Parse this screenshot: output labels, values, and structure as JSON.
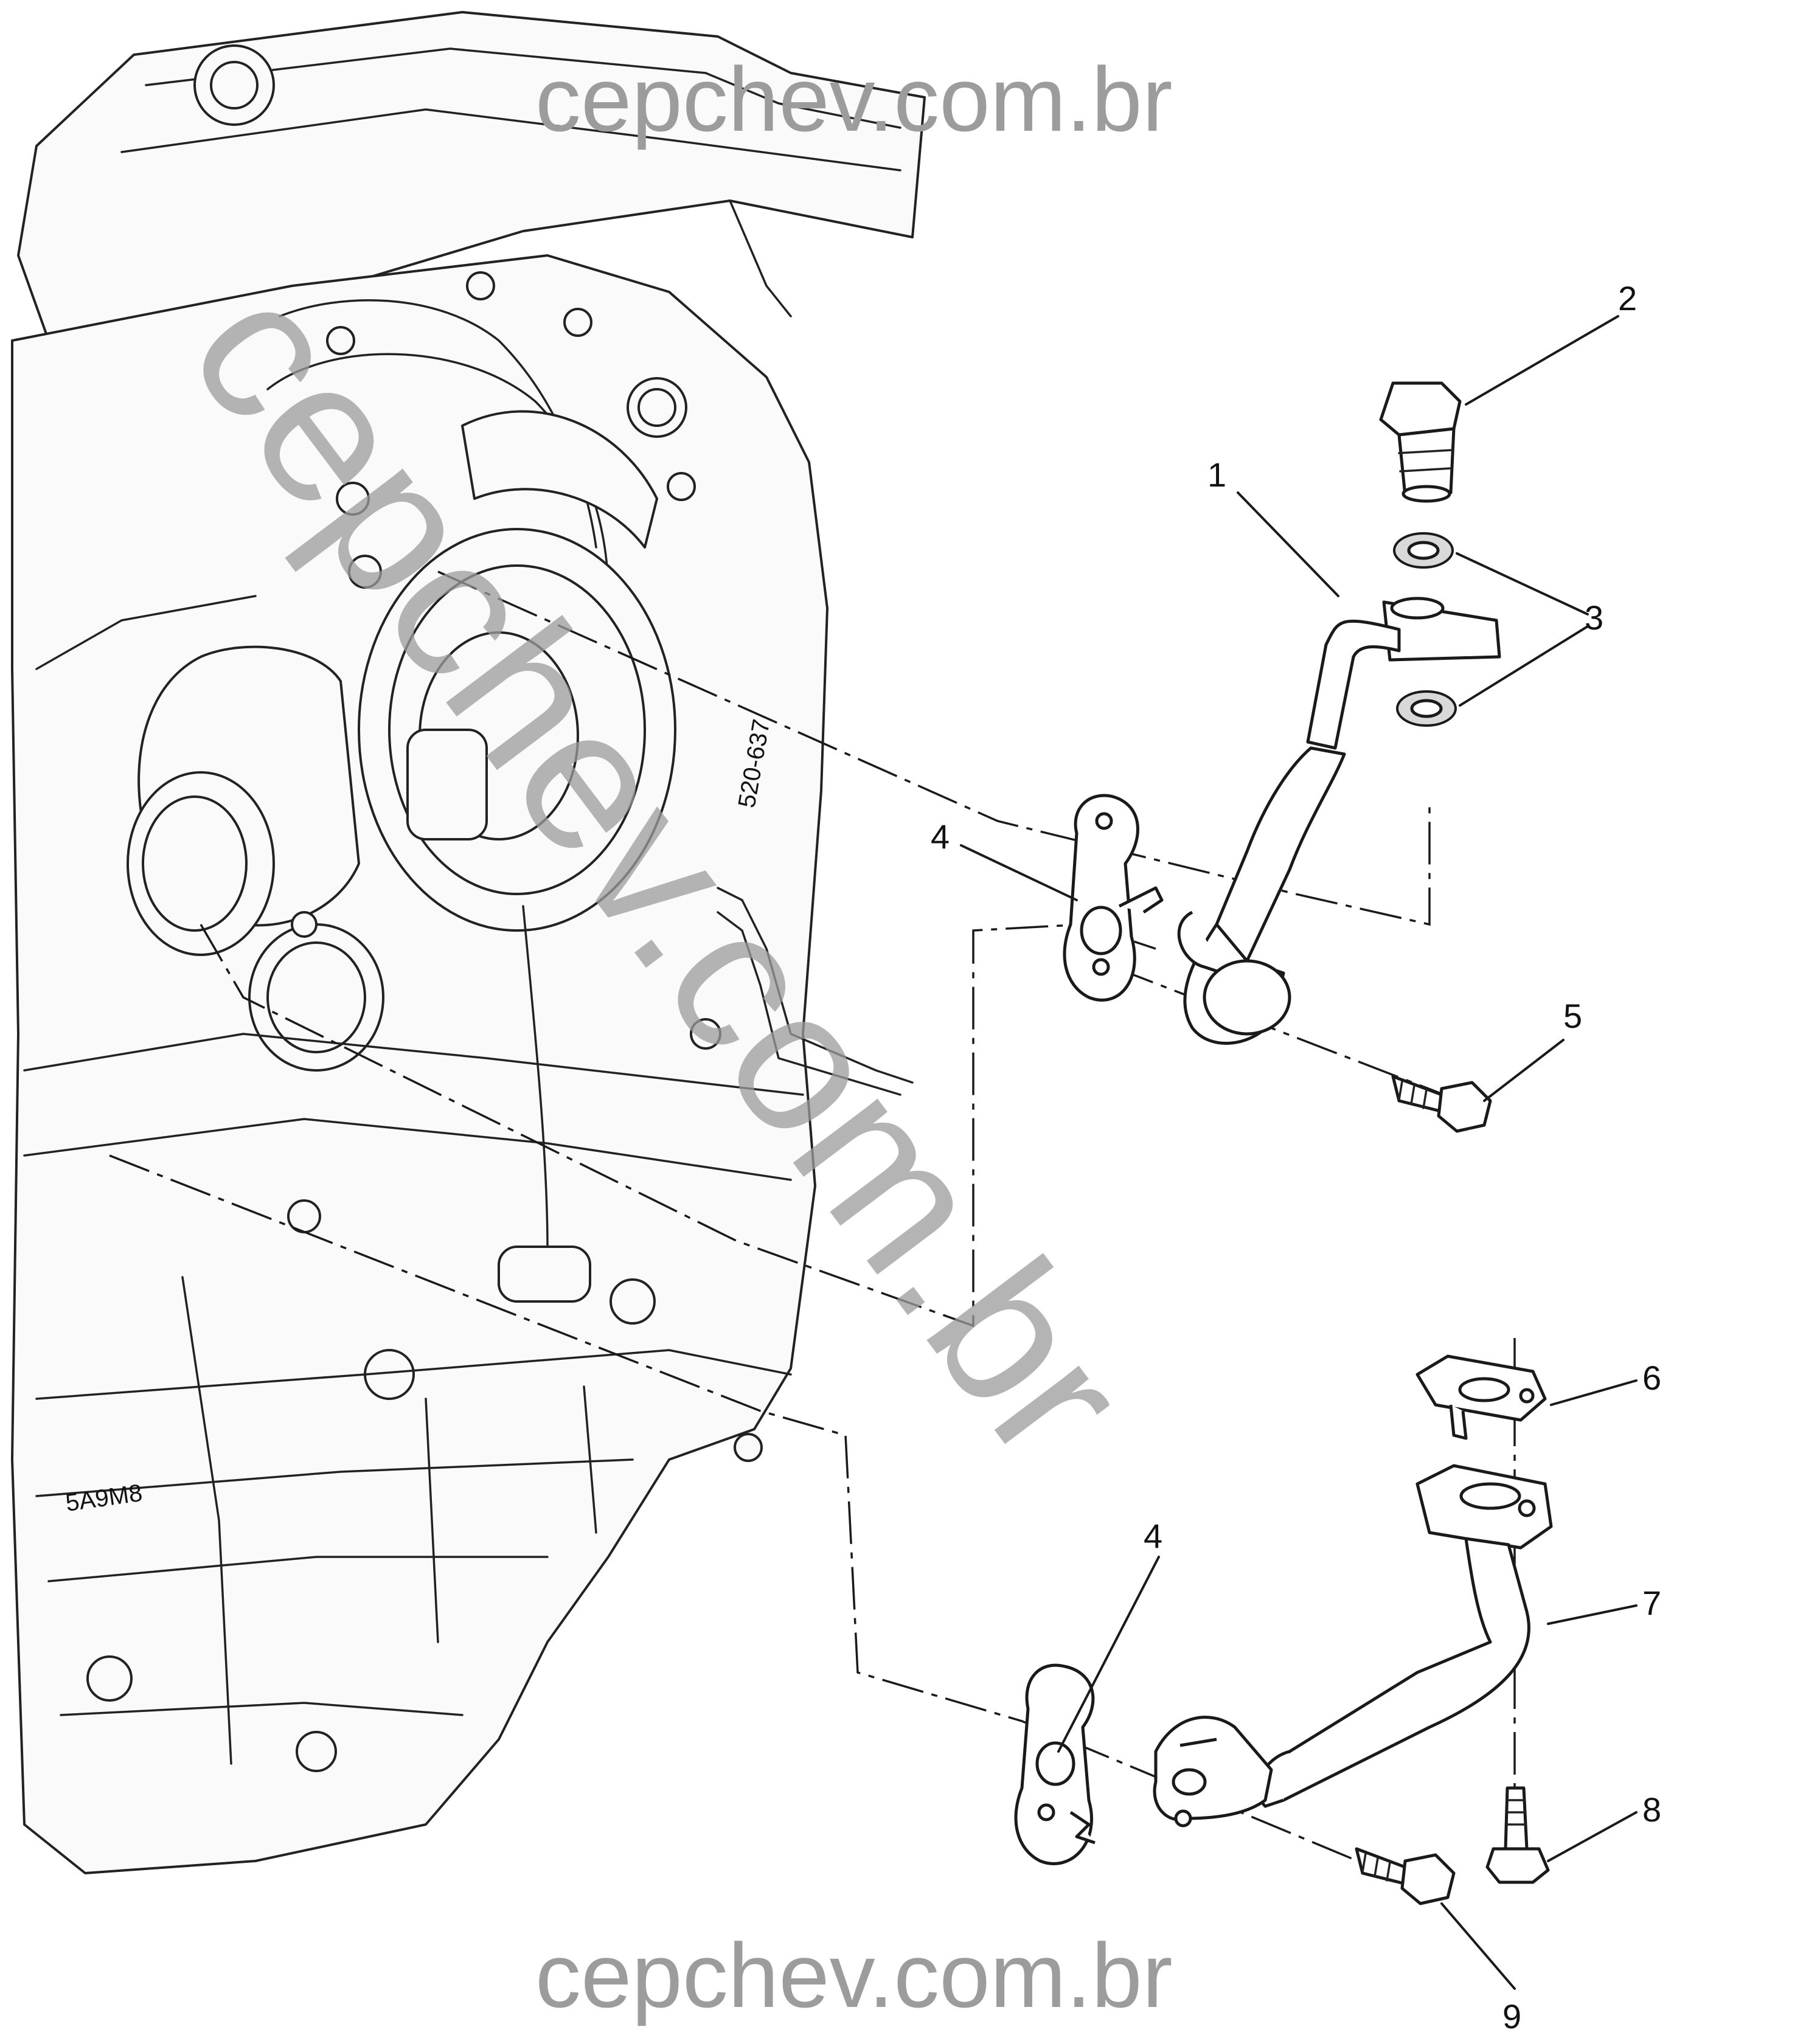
{
  "watermarks": {
    "top": "cepchev.com.br",
    "diagonal": "cepchev.com.br",
    "bottom": "cepchev.com.br"
  },
  "engine_stamps": {
    "stamp_1": "520-637",
    "stamp_2": "5A9M8"
  },
  "callouts": {
    "c1": "1",
    "c2": "2",
    "c3": "3",
    "c4_upper": "4",
    "c5": "5",
    "c6": "6",
    "c4_lower": "4",
    "c7": "7",
    "c8": "8",
    "c9": "9"
  },
  "colors": {
    "line": "#1a1a1a",
    "watermark": "#9c9c9c",
    "background": "#ffffff"
  }
}
